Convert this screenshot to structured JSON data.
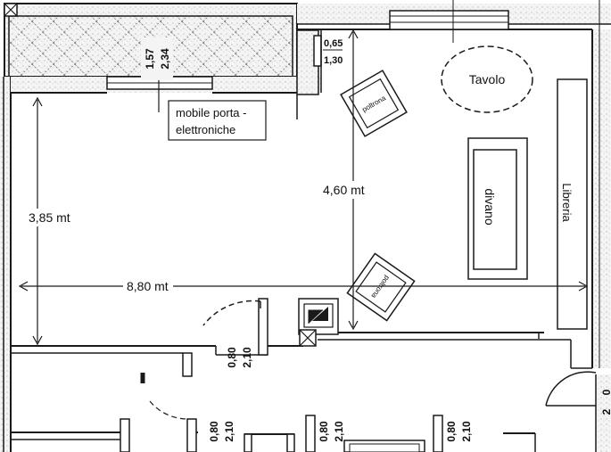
{
  "rooms": {
    "table_label": "Tavolo",
    "sofa_label": "divano",
    "library_label": "Libreria",
    "armchair_label": "poltrona"
  },
  "annotation": {
    "line1": "mobile porta -",
    "line2": "elettroniche"
  },
  "dimensions": {
    "width_label": "8,80 mt",
    "height_left_label": "3,85 mt",
    "height_center_label": "4,60 mt"
  },
  "openings": {
    "window_top_w": "1,57",
    "window_top_h": "2,34",
    "niche_a": "0,65",
    "niche_b": "1,30",
    "door_w": "0,80",
    "door_h": "2,10",
    "door_right_w": "0",
    "door_right_h": "2"
  },
  "colors": {
    "wall": "#1a1a1a",
    "wall_fill": "#ececec",
    "ink": "#111111"
  }
}
